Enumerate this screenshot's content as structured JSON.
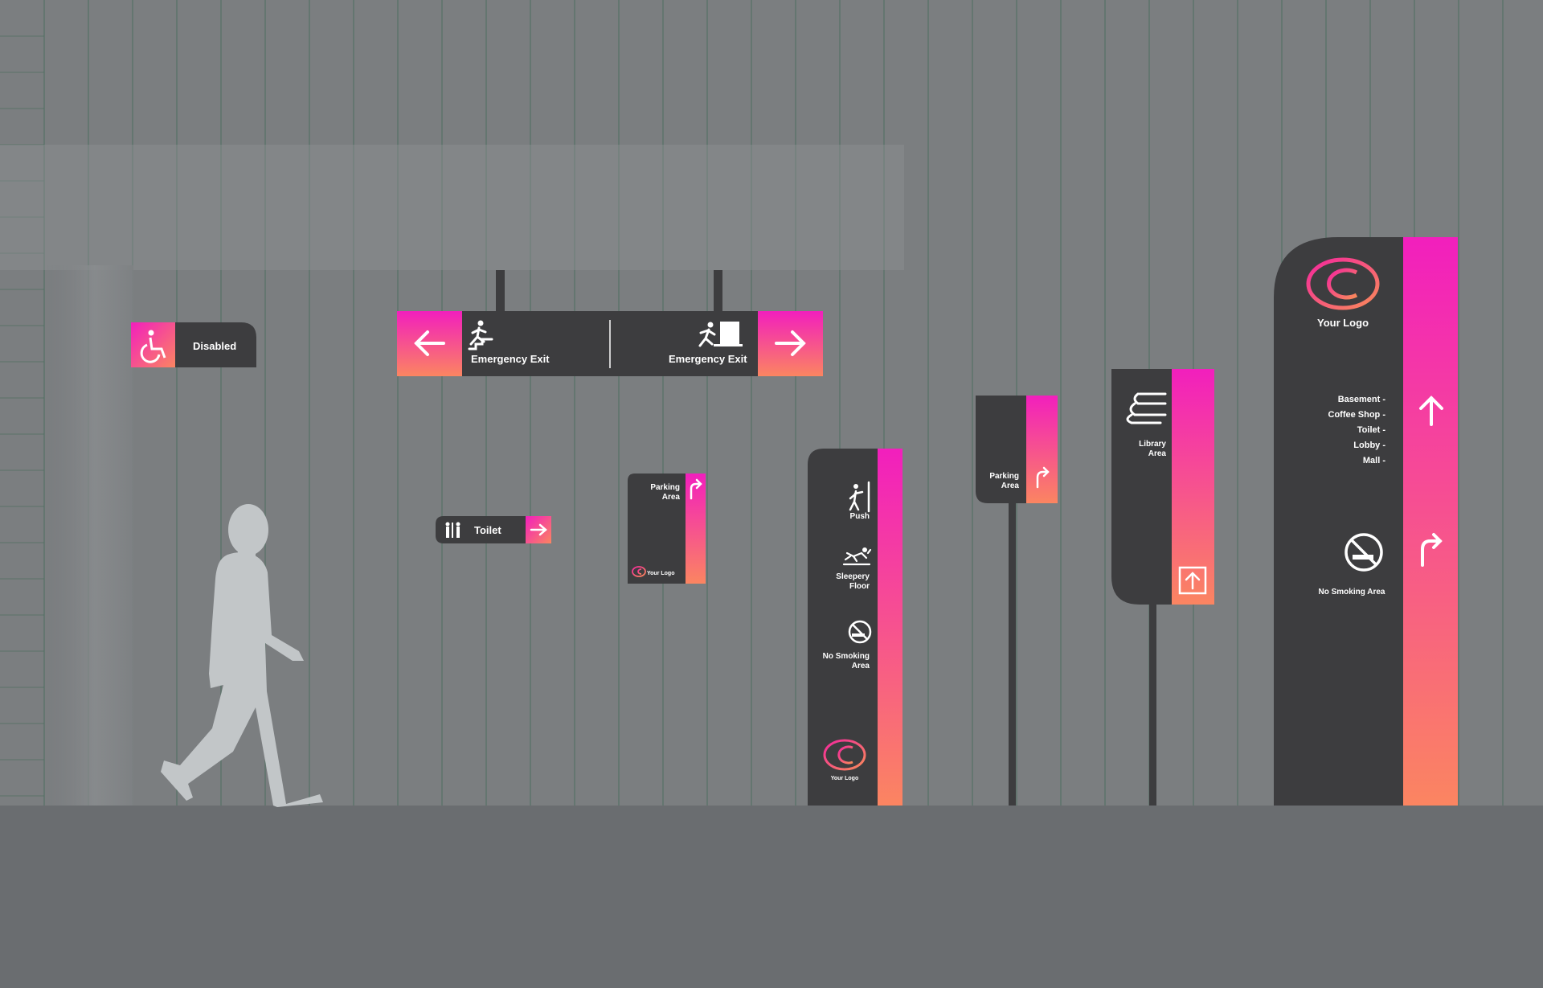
{
  "colors": {
    "wall": "#7b7e80",
    "grid_line": "#3f6a55",
    "floor": "#6a6d70",
    "sign_dark": "#3d3d3f",
    "gradient_top": "#f21fbd",
    "gradient_bottom": "#fb8561",
    "silhouette": "#c2c6c8"
  },
  "signs": {
    "disabled": {
      "label": "Disabled",
      "icon": "wheelchair-icon"
    },
    "emergency": {
      "left_label": "Emergency Exit",
      "right_label": "Emergency Exit",
      "left_icon": "running-stairs-icon",
      "right_icon": "running-exit-icon"
    },
    "toilet": {
      "label": "Toilet",
      "icon": "toilet-icon"
    },
    "parking_small": {
      "label_line1": "Parking",
      "label_line2": "Area",
      "logo_text": "Your Logo"
    },
    "tall_sign": {
      "push": "Push",
      "slippery_line1": "Sleepery",
      "slippery_line2": "Floor",
      "nosmoke_line1": "No Smoking",
      "nosmoke_line2": "Area",
      "logo_text": "Your Logo"
    },
    "parking_post": {
      "label_line1": "Parking",
      "label_line2": "Area"
    },
    "library": {
      "label_line1": "Library",
      "label_line2": "Area"
    },
    "pylon": {
      "logo_text": "Your Logo",
      "directory": [
        "Basement -",
        "Coffee Shop -",
        "Toilet -",
        "Lobby -",
        "Mall -"
      ],
      "nosmoke_label": "No Smoking Area"
    }
  }
}
